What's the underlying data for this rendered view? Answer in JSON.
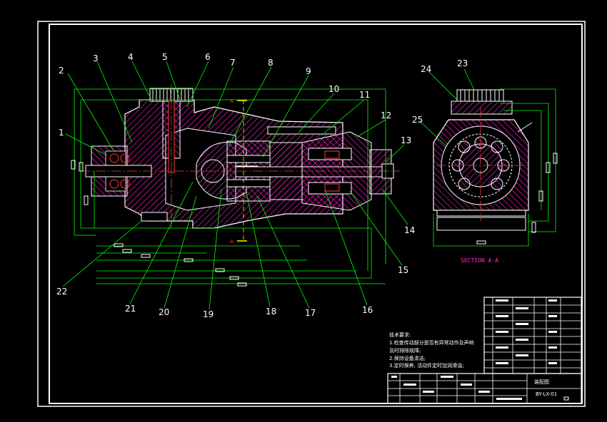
{
  "section_label": "SECTION A-A",
  "section_mark": "A",
  "callouts": [
    "1",
    "2",
    "3",
    "4",
    "5",
    "6",
    "7",
    "8",
    "9",
    "10",
    "11",
    "12",
    "13",
    "14",
    "15",
    "16",
    "17",
    "18",
    "19",
    "20",
    "21",
    "22",
    "23",
    "24",
    "25"
  ],
  "technical_notes": {
    "heading": "技术要求:",
    "line1": "1.检查传动部分是否有异常动作及声响",
    "line2": "及时排除故障;",
    "line3": "2.保持设备清洁;",
    "line4": "3.定时保养, 活动件定时加润滑油;"
  },
  "title_block": {
    "drawing_title": "装配图",
    "drawing_code": "BY-LX-01"
  },
  "colors": {
    "outline": "#ffffff",
    "leader": "#00ff00",
    "hatch": "#ff2bd0",
    "centerline": "#ff3b3b",
    "cyan": "#00ffff",
    "yellow": "#ffff00",
    "blue": "#4040ff"
  }
}
